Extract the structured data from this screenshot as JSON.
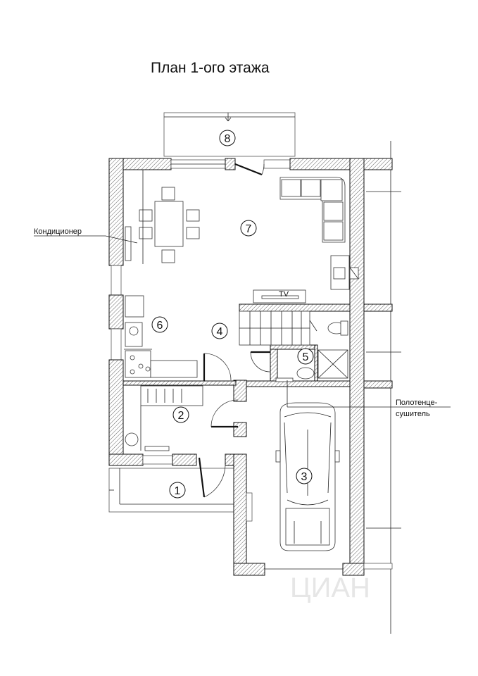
{
  "title": "План 1-ого этажа",
  "labels": {
    "air_conditioner": "Кондиционер",
    "towel_dryer_line1": "Полотенце-",
    "towel_dryer_line2": "сушитель",
    "tv": "TV"
  },
  "rooms": [
    {
      "id": "1",
      "label": "1"
    },
    {
      "id": "2",
      "label": "2"
    },
    {
      "id": "3",
      "label": "3"
    },
    {
      "id": "4",
      "label": "4"
    },
    {
      "id": "5",
      "label": "5"
    },
    {
      "id": "6",
      "label": "6"
    },
    {
      "id": "7",
      "label": "7"
    },
    {
      "id": "8",
      "label": "8"
    }
  ],
  "watermark": "ЦИАН"
}
